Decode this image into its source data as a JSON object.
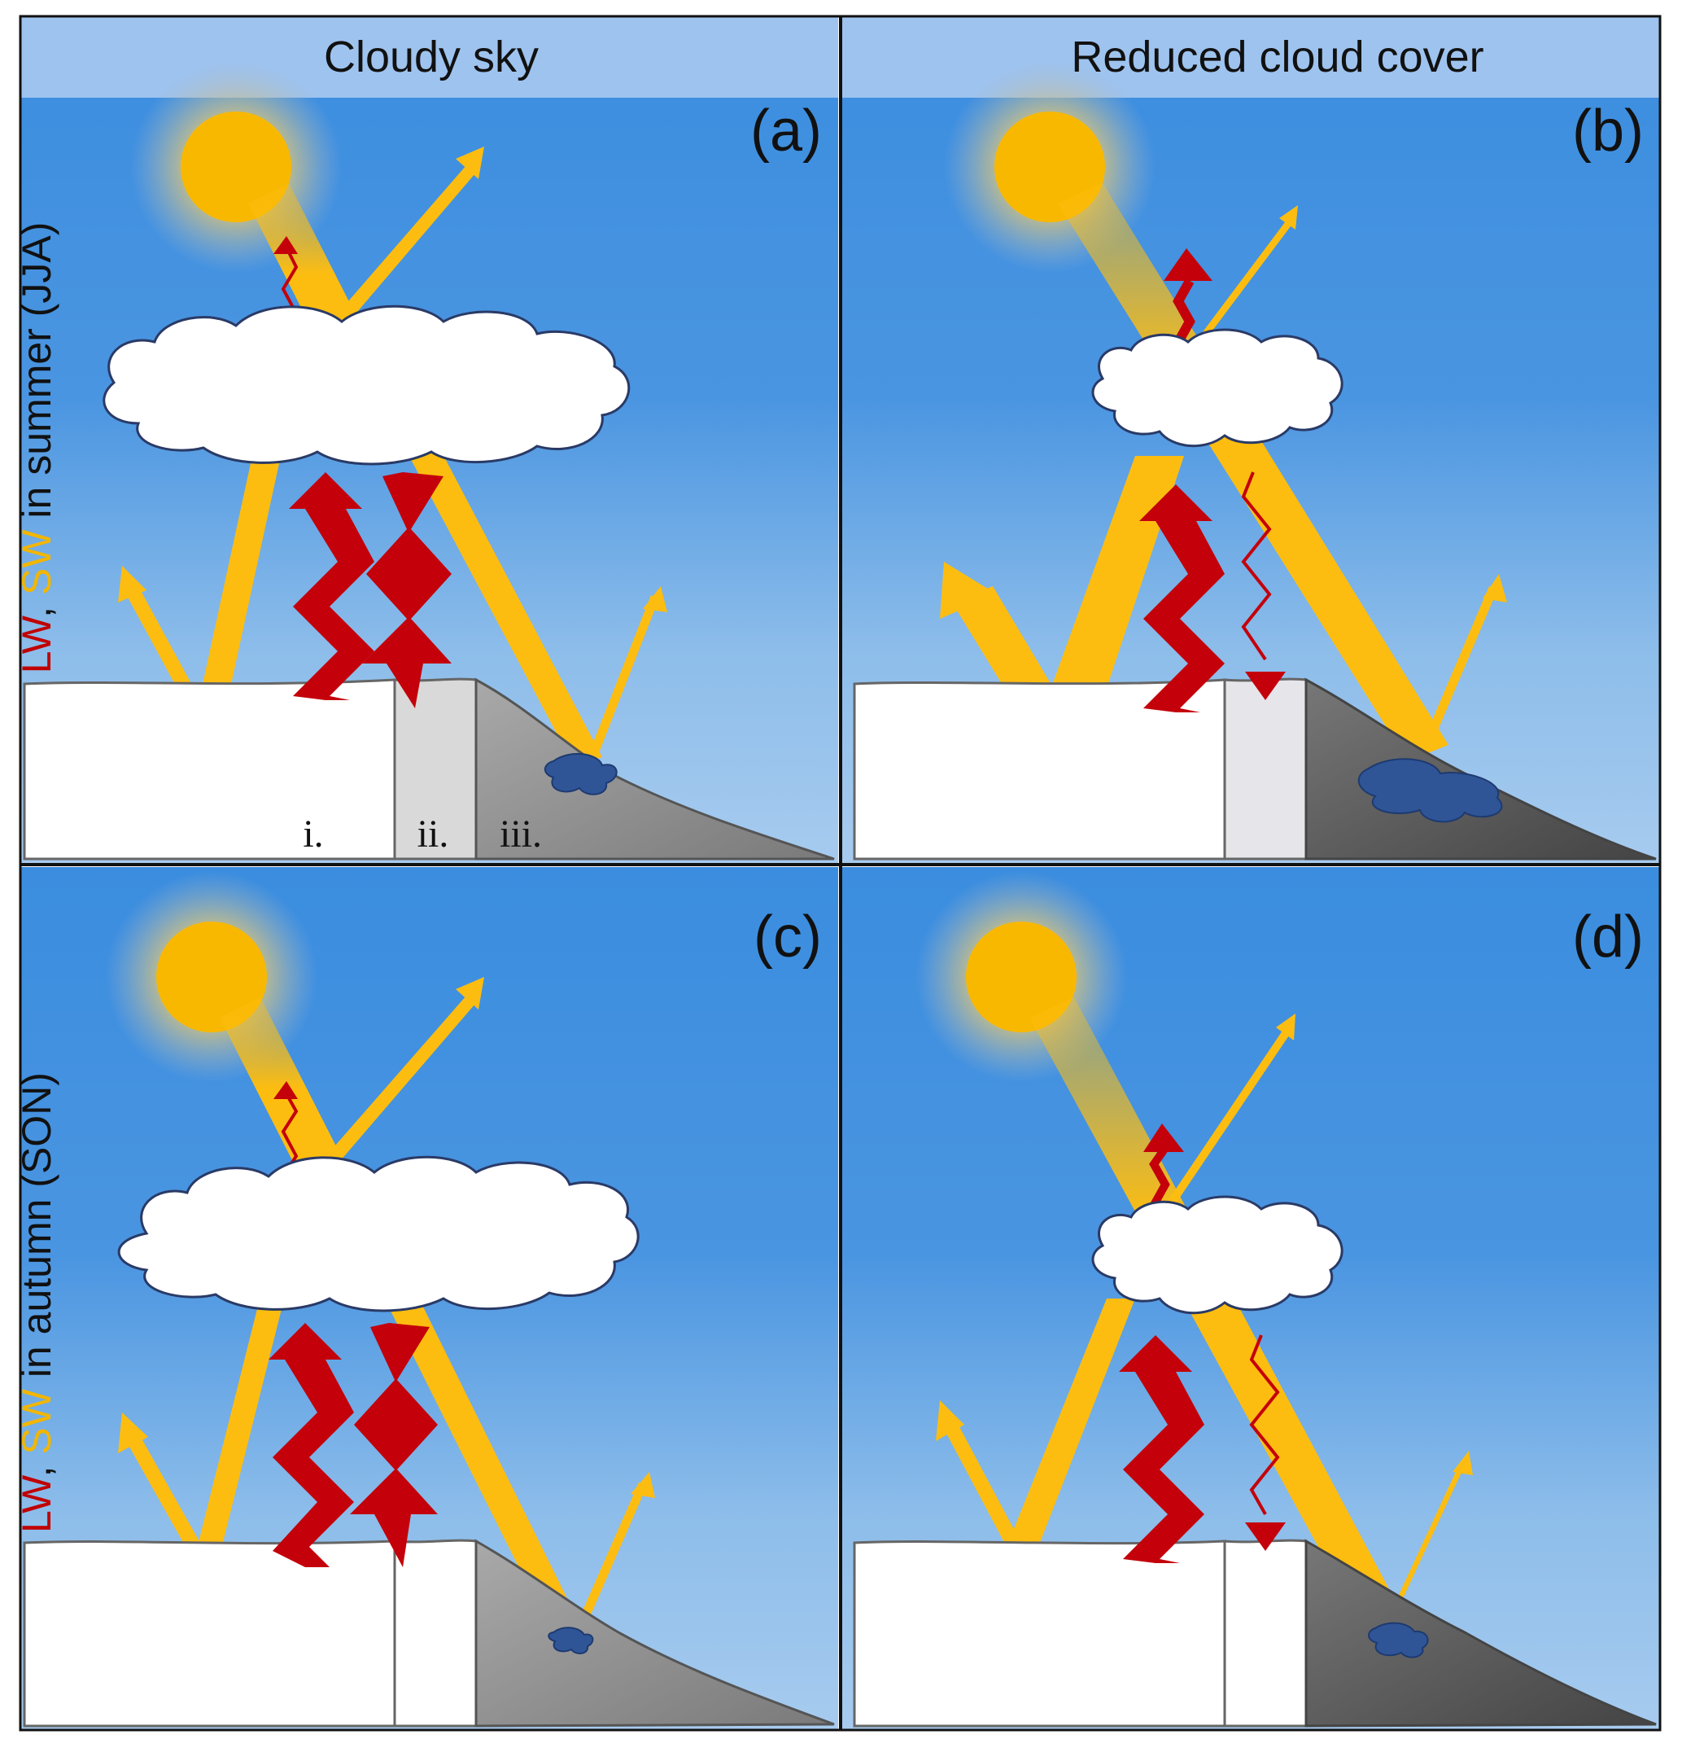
{
  "columns": {
    "left": "Cloudy sky",
    "right": "Reduced cloud cover"
  },
  "rows": {
    "top": {
      "lw": "LW",
      "comma": ", ",
      "sw": "SW",
      "rest": " in summer (JJA)"
    },
    "bottom": {
      "lw": "LW",
      "comma": ", ",
      "sw": "SW",
      "rest": " in autumn (SON)"
    }
  },
  "panels": {
    "a": "(a)",
    "b": "(b)",
    "c": "(c)",
    "d": "(d)"
  },
  "zones": {
    "i": "i.",
    "ii": "ii.",
    "iii": "iii."
  },
  "colors": {
    "sky_top": "#3b8ddf",
    "sky_bottom": "#a7cbef",
    "header": "#a8c9ef",
    "sun": "#f9b800",
    "shortwave": "#fdbd10",
    "longwave": "#c4000a",
    "cloud": "#ffffff",
    "ice": "#ffffff",
    "rock": "#8e8e8e",
    "melt_pond": "#2f5597"
  }
}
